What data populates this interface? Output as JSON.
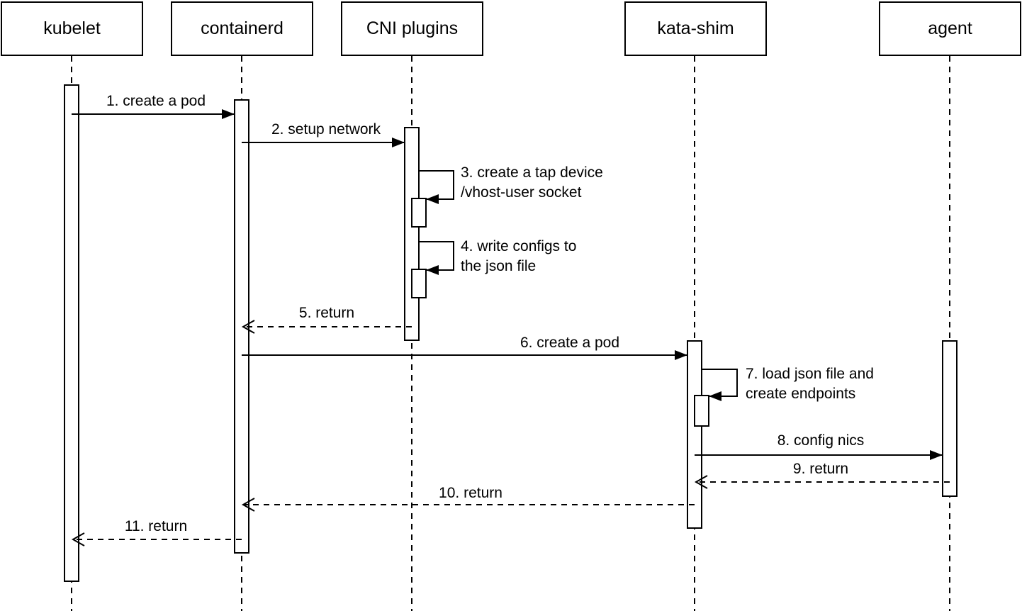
{
  "diagram": {
    "type": "uml-sequence-diagram",
    "colors": {
      "background": "#ffffff",
      "line": "#000000",
      "text": "#000000",
      "participant_fill": "#ffffff",
      "activation_fill": "#ffffff"
    },
    "participants": [
      {
        "id": "kubelet",
        "label": "kubelet"
      },
      {
        "id": "containerd",
        "label": "containerd"
      },
      {
        "id": "cni-plugins",
        "label": "CNI plugins"
      },
      {
        "id": "kata-shim",
        "label": "kata-shim"
      },
      {
        "id": "agent",
        "label": "agent"
      }
    ],
    "messages": [
      {
        "id": 1,
        "kind": "call",
        "from": "kubelet",
        "to": "containerd",
        "label": "1. create a pod"
      },
      {
        "id": 2,
        "kind": "call",
        "from": "containerd",
        "to": "cni-plugins",
        "label": "2. setup network"
      },
      {
        "id": 3,
        "kind": "self",
        "from": "cni-plugins",
        "to": "cni-plugins",
        "line1": "3. create a tap device",
        "line2": "/vhost-user socket"
      },
      {
        "id": 4,
        "kind": "self",
        "from": "cni-plugins",
        "to": "cni-plugins",
        "line1": "4. write configs to",
        "line2": "the json file"
      },
      {
        "id": 5,
        "kind": "return",
        "from": "cni-plugins",
        "to": "containerd",
        "label": "5. return"
      },
      {
        "id": 6,
        "kind": "call",
        "from": "containerd",
        "to": "kata-shim",
        "label": "6. create a pod"
      },
      {
        "id": 7,
        "kind": "self",
        "from": "kata-shim",
        "to": "kata-shim",
        "line1": "7. load json file and",
        "line2": "create endpoints"
      },
      {
        "id": 8,
        "kind": "call",
        "from": "kata-shim",
        "to": "agent",
        "label": "8. config nics"
      },
      {
        "id": 9,
        "kind": "return",
        "from": "agent",
        "to": "kata-shim",
        "label": "9. return"
      },
      {
        "id": 10,
        "kind": "return",
        "from": "kata-shim",
        "to": "containerd",
        "label": "10. return"
      },
      {
        "id": 11,
        "kind": "return",
        "from": "containerd",
        "to": "kubelet",
        "label": "11. return"
      }
    ]
  }
}
